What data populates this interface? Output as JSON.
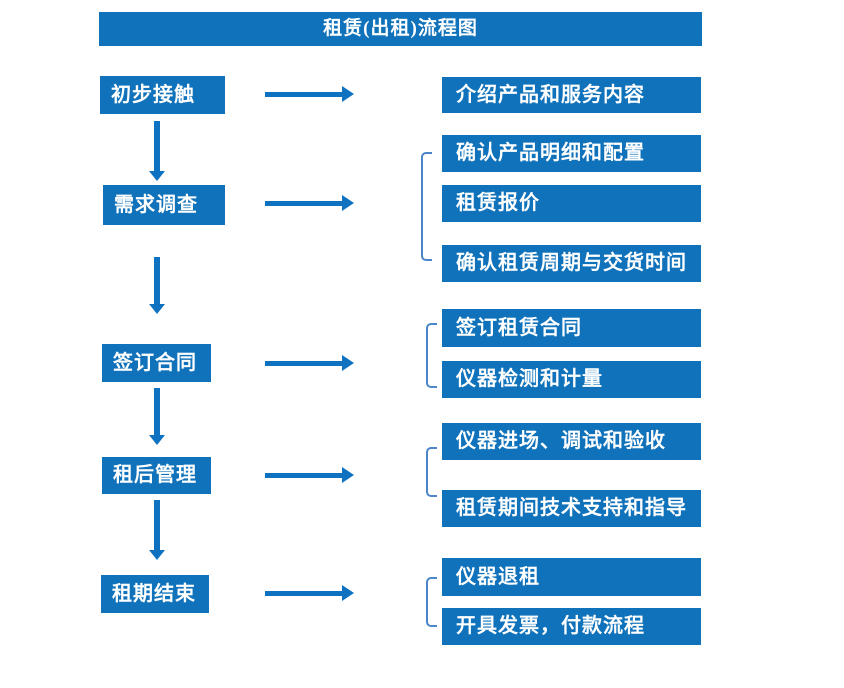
{
  "title": "租赁(出租)流程图",
  "colors": {
    "primary_blue": "#1072BA",
    "arrow_blue": "#0F72C0",
    "bracket_blue": "#4A86C8",
    "text_white": "#FFFFFF",
    "background": "#FFFFFF"
  },
  "steps": [
    {
      "label": "初步接触",
      "details": [
        "介绍产品和服务内容"
      ]
    },
    {
      "label": "需求调查",
      "details": [
        "确认产品明细和配置",
        "租赁报价",
        "确认租赁周期与交货时间"
      ]
    },
    {
      "label": "签订合同",
      "details": [
        "签订租赁合同",
        "仪器检测和计量"
      ]
    },
    {
      "label": "租后管理",
      "details": [
        "仪器进场、调试和验收",
        "租赁期间技术支持和指导"
      ]
    },
    {
      "label": "租期结束",
      "details": [
        "仪器退租",
        "开具发票，付款流程"
      ]
    }
  ]
}
